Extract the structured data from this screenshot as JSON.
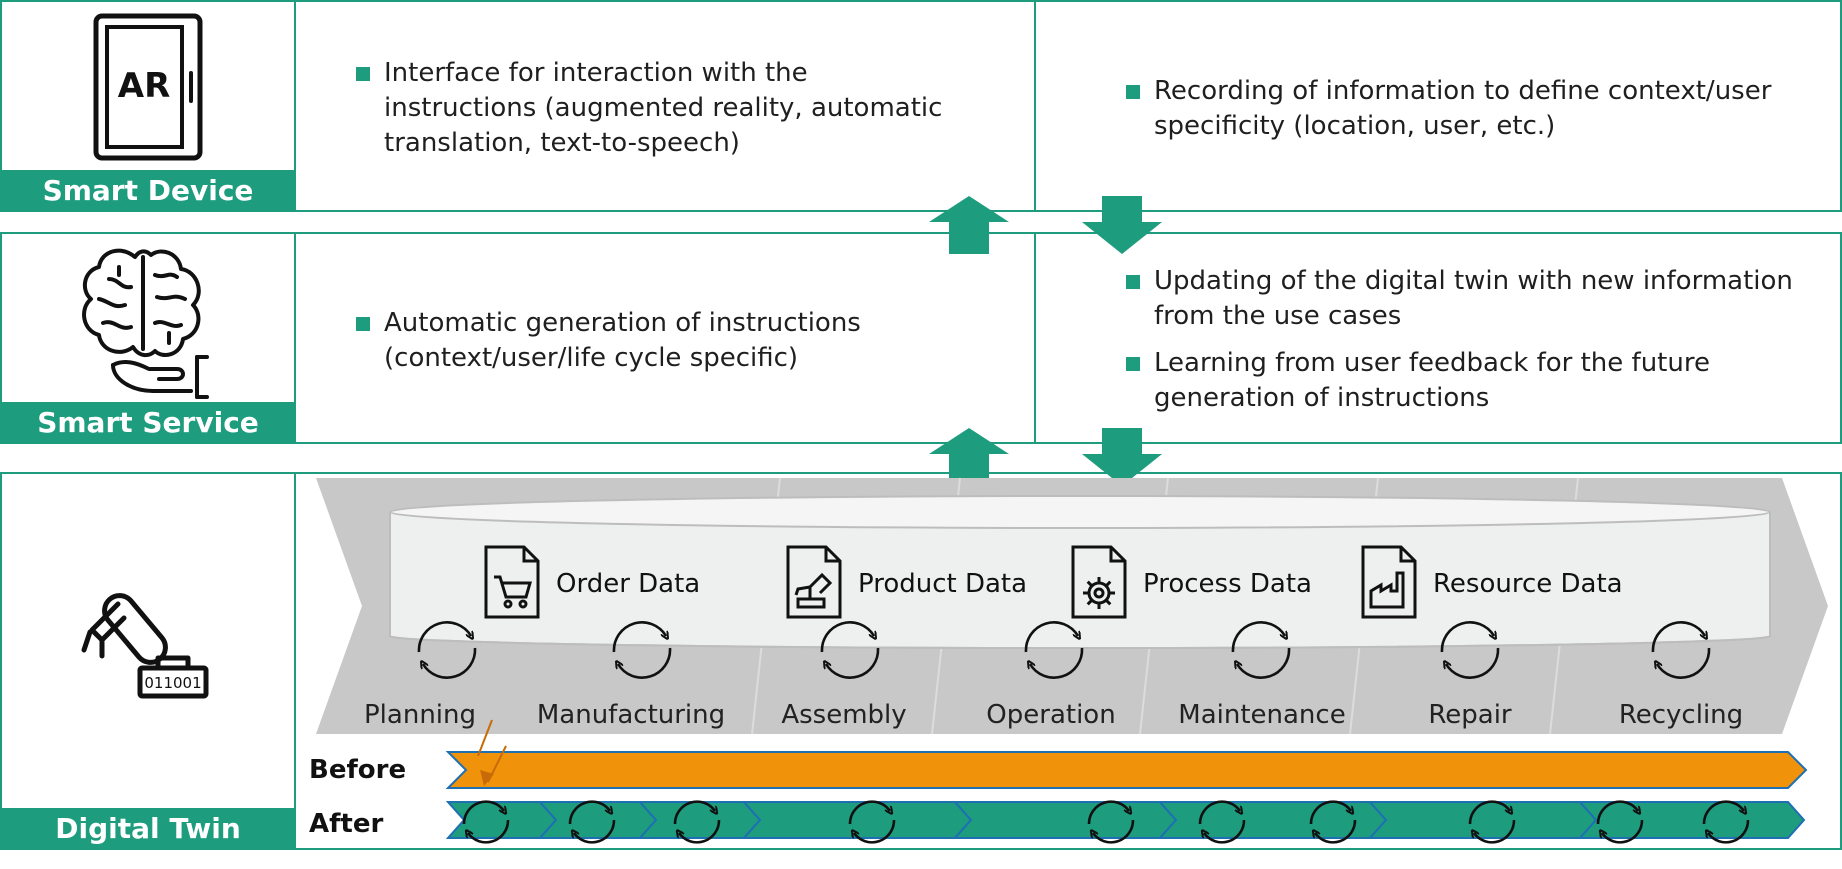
{
  "rows": {
    "device": {
      "label": "Smart Device",
      "icon_text": "AR",
      "left_bullets": [
        "Interface for interaction with the instructions (augmented reality, automatic translation, text-to-speech)"
      ],
      "right_bullets": [
        "Recording of information to define context/user specificity (location, user, etc.)"
      ]
    },
    "service": {
      "label": "Smart Service",
      "left_bullets": [
        "Automatic generation of instructions (context/user/life cycle specific)"
      ],
      "right_bullets": [
        "Updating of the digital twin with new information from the use cases",
        "Learning from user feedback for the future generation of instructions"
      ]
    },
    "twin": {
      "label": "Digital Twin",
      "robot_code": "011001"
    }
  },
  "data_sources": [
    {
      "label": "Order Data",
      "icon": "cart-document-icon"
    },
    {
      "label": "Product Data",
      "icon": "robot-document-icon"
    },
    {
      "label": "Process Data",
      "icon": "gear-document-icon"
    },
    {
      "label": "Resource Data",
      "icon": "factory-document-icon"
    }
  ],
  "stages": [
    "Planning",
    "Manufacturing",
    "Assembly",
    "Operation",
    "Maintenance",
    "Repair",
    "Recycling"
  ],
  "timeline": {
    "before_label": "Before",
    "after_label": "After"
  },
  "colors": {
    "accent": "#1d9c7e",
    "before_bar": "#f0930a",
    "after_bar": "#1d9c7e",
    "bar_outline": "#1f6fb3",
    "chevron_grey": "#c8c8c8",
    "cylinder": "#eef0ef"
  }
}
